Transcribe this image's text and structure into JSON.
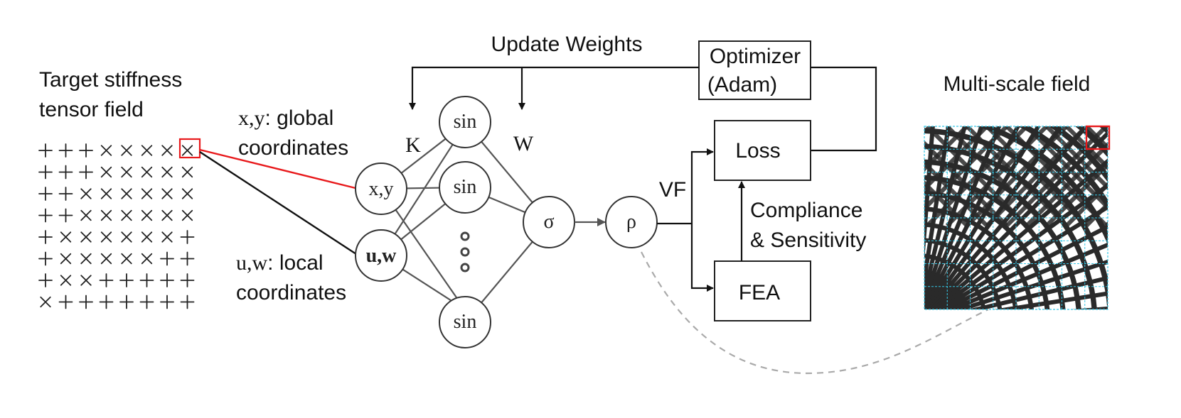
{
  "left": {
    "title_line1": "Target stiffness",
    "title_line2": "tensor field",
    "grid_rows": [
      [
        "+",
        "+",
        "+",
        "×",
        "×",
        "×",
        "×",
        "×"
      ],
      [
        "+",
        "+",
        "+",
        "×",
        "×",
        "×",
        "×",
        "×"
      ],
      [
        "+",
        "+",
        "×",
        "×",
        "×",
        "×",
        "×",
        "×"
      ],
      [
        "+",
        "+",
        "×",
        "×",
        "×",
        "×",
        "×",
        "×"
      ],
      [
        "+",
        "×",
        "×",
        "×",
        "×",
        "×",
        "×",
        "+"
      ],
      [
        "+",
        "×",
        "×",
        "×",
        "×",
        "×",
        "+",
        "+"
      ],
      [
        "+",
        "×",
        "×",
        "+",
        "+",
        "+",
        "+",
        "+"
      ],
      [
        "×",
        "+",
        "+",
        "+",
        "+",
        "+",
        "+",
        "+"
      ]
    ],
    "highlight_color": "#e8191b"
  },
  "inputs": {
    "global_var": "x,y",
    "global_desc": ": global",
    "global_desc2": "coordinates",
    "local_var": "u,w",
    "local_desc": ": local",
    "local_desc2": "coordinates"
  },
  "network": {
    "node_xy": "x,y",
    "node_uw": "u,w",
    "sin_label": "sin",
    "sigma_label": "σ",
    "rho_label": "ρ",
    "k_label": "K",
    "w_label": "W"
  },
  "loop": {
    "update_weights": "Update Weights",
    "optimizer_line1": "Optimizer",
    "optimizer_line2": "(Adam)",
    "vf": "VF",
    "loss": "Loss",
    "fea": "FEA",
    "compliance_line1": "Compliance",
    "compliance_line2": "& Sensitivity"
  },
  "right": {
    "title": "Multi-scale field",
    "grid_color": "#35c7e6",
    "highlight_color": "#e8191b"
  }
}
